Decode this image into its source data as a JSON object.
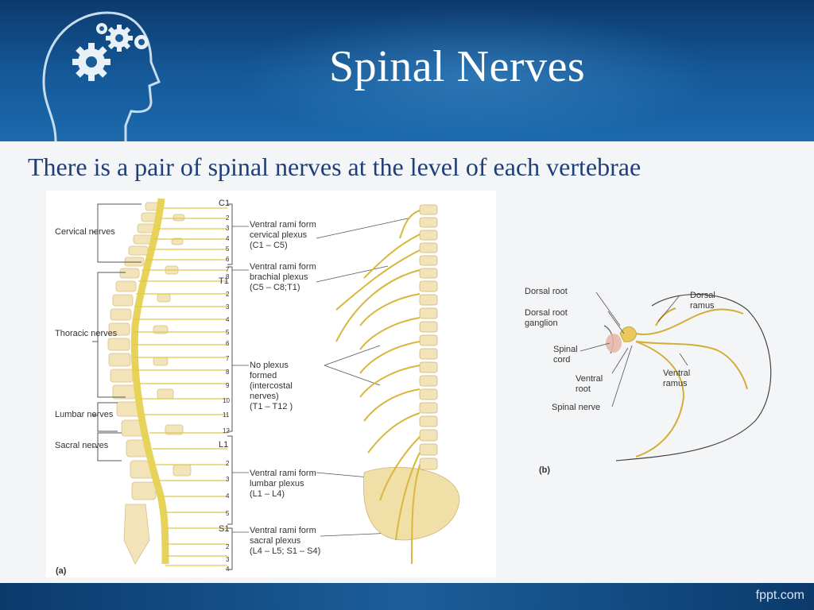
{
  "slide": {
    "title": "Spinal Nerves",
    "subtitle": "There is a pair of spinal nerves at the level of each vertebrae",
    "watermark": "fppt.com"
  },
  "figure_a": {
    "panel_label": "(a)",
    "regions": [
      "Cervical nerves",
      "Thoracic nerves",
      "Lumbar nerves",
      "Sacral nerves"
    ],
    "levels": [
      "C1",
      "2",
      "3",
      "4",
      "5",
      "6",
      "7",
      "8",
      "T1",
      "2",
      "3",
      "4",
      "5",
      "6",
      "7",
      "8",
      "9",
      "10",
      "11",
      "12",
      "L1",
      "2",
      "3",
      "4",
      "5",
      "S1",
      "2",
      "3",
      "4"
    ],
    "plexus": {
      "cervical": {
        "line1": "Ventral rami form",
        "line2": "cervical plexus",
        "line3": "(C1 – C5)"
      },
      "brachial": {
        "line1": "Ventral rami form",
        "line2": "brachial plexus",
        "line3": "(C5 – C8;T1)"
      },
      "none": {
        "line1": "No plexus",
        "line2": "formed",
        "line3": "(intercostal",
        "line4": "nerves)",
        "line5": "(T1 – T12 )"
      },
      "lumbar": {
        "line1": "Ventral rami form",
        "line2": "lumbar plexus",
        "line3": "(L1 – L4)"
      },
      "sacral": {
        "line1": "Ventral rami form",
        "line2": "sacral plexus",
        "line3": "(L4 – L5; S1 – S4)"
      }
    }
  },
  "figure_b": {
    "panel_label": "(b)",
    "labels": {
      "dorsal_root": "Dorsal root",
      "dorsal_root_ganglion_1": "Dorsal root",
      "dorsal_root_ganglion_2": "ganglion",
      "spinal_cord_1": "Spinal",
      "spinal_cord_2": "cord",
      "ventral_root_1": "Ventral",
      "ventral_root_2": "root",
      "spinal_nerve": "Spinal nerve",
      "dorsal_ramus_1": "Dorsal",
      "dorsal_ramus_2": "ramus",
      "ventral_ramus_1": "Ventral",
      "ventral_ramus_2": "ramus"
    }
  }
}
